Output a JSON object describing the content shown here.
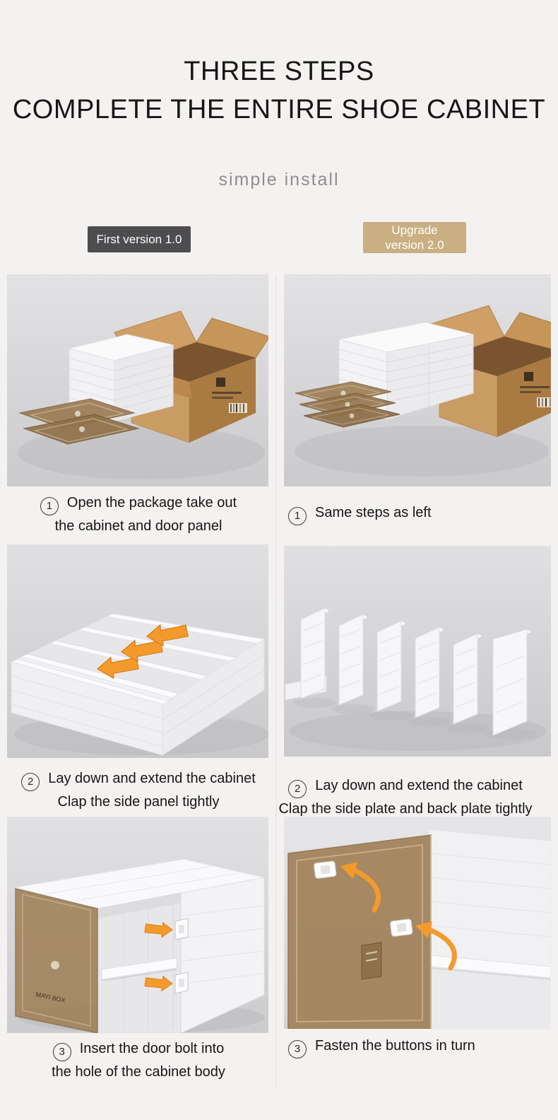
{
  "header": {
    "title_line1": "THREE STEPS",
    "title_line2": "COMPLETE THE ENTIRE SHOE CABINET",
    "subtitle": "simple install"
  },
  "brand": {
    "logo": "MAYI BOX"
  },
  "columns": {
    "left": {
      "badge_label": "First version 1.0",
      "steps": [
        {
          "number": "1",
          "line1": "Open the package take out",
          "line2": "the cabinet and door panel"
        },
        {
          "number": "2",
          "line1": "Lay down and extend the cabinet",
          "line2": "Clap the side panel tightly"
        },
        {
          "number": "3",
          "line1": "Insert the door bolt into",
          "line2": "the hole of the cabinet body"
        }
      ]
    },
    "right": {
      "badge_line1": "Upgrade",
      "badge_line2": "version 2.0",
      "steps": [
        {
          "number": "1",
          "line1": "Same steps as left"
        },
        {
          "number": "2",
          "line1": "Lay down and extend the cabinet",
          "line2": "Clap the side plate and back plate tightly"
        },
        {
          "number": "3",
          "line1": "Fasten the buttons in turn"
        }
      ]
    }
  },
  "colors": {
    "accent_orange": "#F49A2C",
    "badge_left_bg": "#4D4D4F",
    "badge_right_bg": "#C9AF81",
    "cardboard_light": "#C99C63",
    "cardboard_dark": "#A97A42",
    "door_panel_tan": "#9A7A50",
    "text_dark": "#161616",
    "text_gray": "#8E8E8E"
  }
}
